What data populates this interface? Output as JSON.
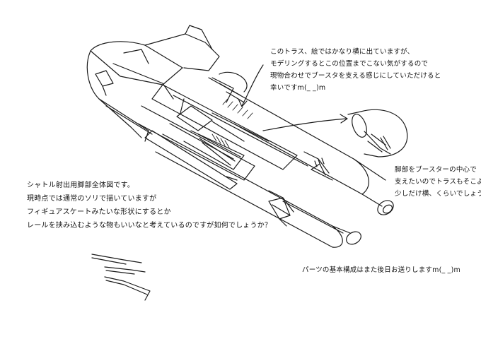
{
  "notes": {
    "truss": [
      "このトラス、絵ではかなり横に出ていますが、",
      "モデリングするとこの位置までこない気がするので",
      "現物合わせでブースタを支える感じにしていただけると",
      "幸いですm(_ _)m"
    ],
    "leg": [
      "脚部をブースターの中心で",
      "支えたいのでトラスもそこより",
      "少しだけ横、くらいでしょうか"
    ],
    "main": [
      "シャトル射出用脚部全体図です。",
      "現時点では通常のソリで描いていますが",
      "フィギュアスケートみたいな形状にするとか",
      "レールを挟み込むような物もいいなと考えているのですが如何でしょうか？"
    ],
    "parts": [
      "パーツの基本構成はまた後日お送りしますm(_ _)m"
    ]
  }
}
